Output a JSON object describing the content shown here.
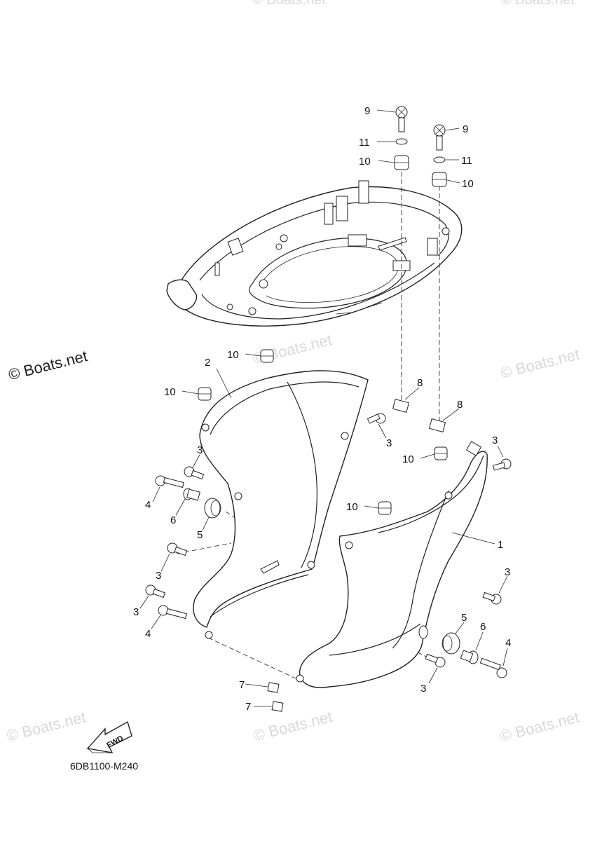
{
  "diagram_code": "6DB1100-M240",
  "fwd_label": "FWD",
  "watermarks": {
    "primary": "© Boats.net",
    "faded": "© Boats.net"
  },
  "callouts": {
    "c1": "1",
    "c2": "2",
    "c3a": "3",
    "c3b": "3",
    "c3c": "3",
    "c3d": "3",
    "c3e": "3",
    "c3f": "3",
    "c3g": "3",
    "c4a": "4",
    "c4b": "4",
    "c4c": "4",
    "c5a": "5",
    "c5b": "5",
    "c6a": "6",
    "c6b": "6",
    "c7a": "7",
    "c7b": "7",
    "c8a": "8",
    "c8b": "8",
    "c9a": "9",
    "c9b": "9",
    "c10a": "10",
    "c10b": "10",
    "c10c": "10",
    "c10d": "10",
    "c10e": "10",
    "c10f": "10",
    "c11a": "11",
    "c11b": "11"
  }
}
